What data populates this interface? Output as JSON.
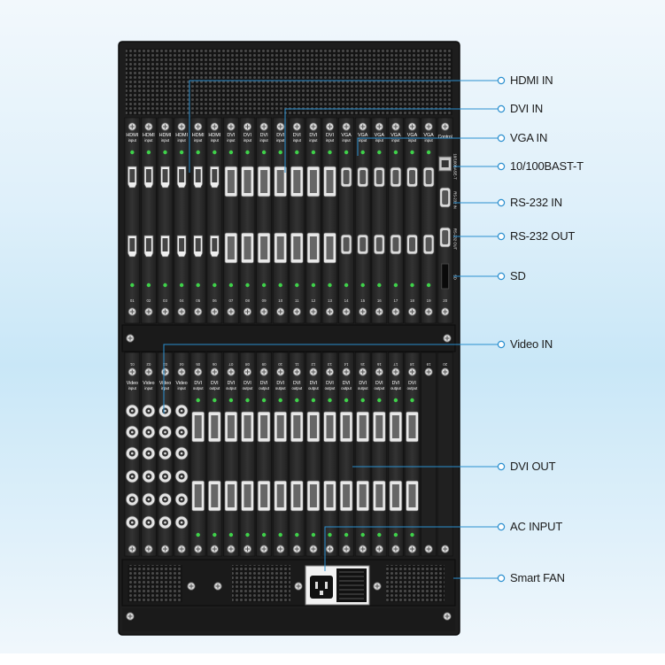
{
  "callouts": [
    {
      "id": "hdmi-in",
      "label": "HDMI IN"
    },
    {
      "id": "dvi-in",
      "label": "DVI IN"
    },
    {
      "id": "vga-in",
      "label": "VGA IN"
    },
    {
      "id": "ethernet",
      "label": "10/100BAST-T"
    },
    {
      "id": "rs232-in",
      "label": "RS-232 IN"
    },
    {
      "id": "rs232-out",
      "label": "RS-232 OUT"
    },
    {
      "id": "sd",
      "label": "SD"
    },
    {
      "id": "video-in",
      "label": "Video IN"
    },
    {
      "id": "dvi-out",
      "label": "DVI OUT"
    },
    {
      "id": "ac-input",
      "label": "AC INPUT"
    },
    {
      "id": "smart-fan",
      "label": "Smart FAN"
    }
  ],
  "upper_cards": [
    {
      "type": "HDMI",
      "sub": "input",
      "num": "01"
    },
    {
      "type": "HDMI",
      "sub": "input",
      "num": "02"
    },
    {
      "type": "HDMI",
      "sub": "input",
      "num": "03"
    },
    {
      "type": "HDMI",
      "sub": "input",
      "num": "04"
    },
    {
      "type": "HDMI",
      "sub": "input",
      "num": "05"
    },
    {
      "type": "HDMI",
      "sub": "input",
      "num": "06"
    },
    {
      "type": "DVI",
      "sub": "input",
      "num": "07"
    },
    {
      "type": "DVI",
      "sub": "input",
      "num": "08"
    },
    {
      "type": "DVI",
      "sub": "input",
      "num": "09"
    },
    {
      "type": "DVI",
      "sub": "input",
      "num": "10"
    },
    {
      "type": "DVI",
      "sub": "input",
      "num": "11"
    },
    {
      "type": "DVI",
      "sub": "input",
      "num": "12"
    },
    {
      "type": "DVI",
      "sub": "input",
      "num": "13"
    },
    {
      "type": "VGA",
      "sub": "input",
      "num": "14"
    },
    {
      "type": "VGA",
      "sub": "input",
      "num": "15"
    },
    {
      "type": "VGA",
      "sub": "input",
      "num": "16"
    },
    {
      "type": "VGA",
      "sub": "input",
      "num": "17"
    },
    {
      "type": "VGA",
      "sub": "input",
      "num": "18"
    },
    {
      "type": "VGA",
      "sub": "input",
      "num": "19"
    }
  ],
  "control_card": {
    "label": "Control",
    "num": "20",
    "ethernet_text": "10/100BASE-T",
    "rs232in_text": "RS-232 IN",
    "rs232out_text": "RS-232 OUT",
    "sd_text": "SD"
  },
  "lower_cards": [
    {
      "type": "Video",
      "sub": "input",
      "num": "01"
    },
    {
      "type": "Video",
      "sub": "input",
      "num": "02"
    },
    {
      "type": "Video",
      "sub": "input",
      "num": "03"
    },
    {
      "type": "Video",
      "sub": "input",
      "num": "04"
    },
    {
      "type": "DVI",
      "sub": "output",
      "num": "05"
    },
    {
      "type": "DVI",
      "sub": "output",
      "num": "06"
    },
    {
      "type": "DVI",
      "sub": "output",
      "num": "07"
    },
    {
      "type": "DVI",
      "sub": "output",
      "num": "08"
    },
    {
      "type": "DVI",
      "sub": "output",
      "num": "09"
    },
    {
      "type": "DVI",
      "sub": "output",
      "num": "10"
    },
    {
      "type": "DVI",
      "sub": "output",
      "num": "11"
    },
    {
      "type": "DVI",
      "sub": "output",
      "num": "12"
    },
    {
      "type": "DVI",
      "sub": "output",
      "num": "13"
    },
    {
      "type": "DVI",
      "sub": "output",
      "num": "14"
    },
    {
      "type": "DVI",
      "sub": "output",
      "num": "15"
    },
    {
      "type": "DVI",
      "sub": "output",
      "num": "16"
    },
    {
      "type": "DVI",
      "sub": "output",
      "num": "17"
    },
    {
      "type": "DVI",
      "sub": "output",
      "num": "18"
    },
    {
      "type": "",
      "sub": "",
      "num": "19"
    },
    {
      "type": "",
      "sub": "",
      "num": "20"
    }
  ],
  "colors": {
    "chassis": "#1d1d1d",
    "card": "#2a2a2a",
    "led": "#3fd24a",
    "line": "#2a8fcf",
    "accent_bg": "#c9e7f7"
  }
}
